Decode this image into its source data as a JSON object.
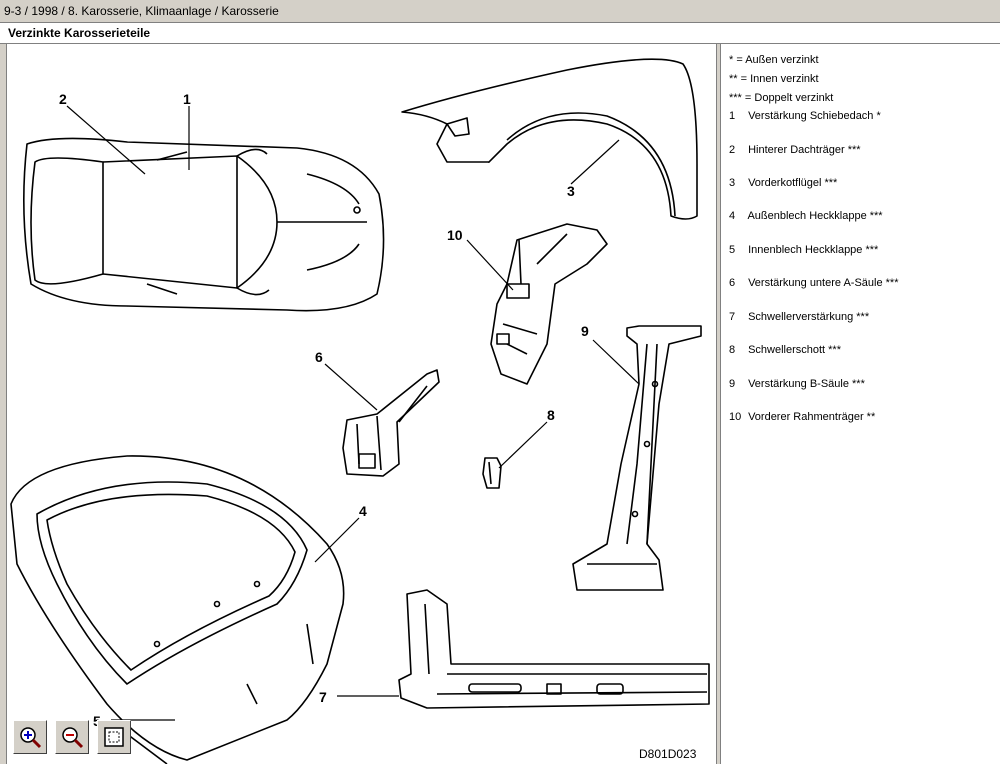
{
  "breadcrumb": "9-3 / 1998 / 8. Karosserie, Klimaanlage / Karosserie",
  "page_title": "Verzinkte Karosserieteile",
  "diagram": {
    "code": "D801D023",
    "callouts": [
      "1",
      "2",
      "3",
      "4",
      "5",
      "6",
      "7",
      "8",
      "9",
      "10"
    ]
  },
  "legend": {
    "notes": [
      "* = Außen verzinkt",
      "** = Innen verzinkt",
      "*** = Doppelt verzinkt"
    ],
    "items": [
      {
        "num": "1",
        "label": "Verstärkung Schiebedach *"
      },
      {
        "num": "2",
        "label": "Hinterer Dachträger ***"
      },
      {
        "num": "3",
        "label": "Vorderkotflügel ***"
      },
      {
        "num": "4",
        "label": "Außenblech Heckklappe ***"
      },
      {
        "num": "5",
        "label": "Innenblech Heckklappe ***"
      },
      {
        "num": "6",
        "label": "Verstärkung untere A-Säule ***"
      },
      {
        "num": "7",
        "label": "Schwellerverstärkung ***"
      },
      {
        "num": "8",
        "label": "Schwellerschott ***"
      },
      {
        "num": "9",
        "label": "Verstärkung B-Säule ***"
      },
      {
        "num": "10",
        "label": "Vorderer Rahmenträger **"
      }
    ]
  },
  "toolbar": {
    "zoom_in_icon": "magnifier-plus-icon",
    "zoom_out_icon": "magnifier-minus-icon",
    "fit_icon": "fit-page-icon"
  }
}
